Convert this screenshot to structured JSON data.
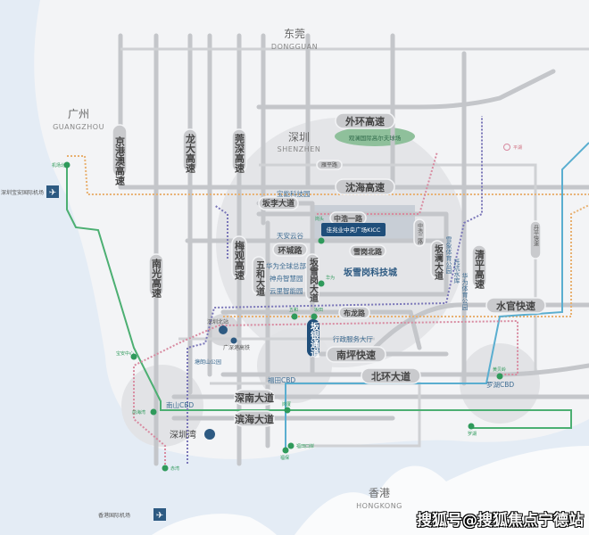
{
  "cities": {
    "dongguan": {
      "cn": "东莞",
      "en": "DONGGUAN"
    },
    "guangzhou": {
      "cn": "广州",
      "en": "GUANGZHOU"
    },
    "shenzhen": {
      "cn": "深圳",
      "en": "SHENZHEN"
    },
    "hongkong": {
      "cn": "香港",
      "en": "HONGKONG"
    }
  },
  "highways": {
    "jinggangao": "京港澳高速",
    "longda": "龙大高速",
    "guanshen": "莞深高速",
    "meiguan": "梅观高速",
    "nanguang": "南光高速",
    "waihuan": "外环高速",
    "shenhai": "沈海高速",
    "qingping": "清平高速",
    "shuiguan": "水官快速",
    "nanping": "南坪快速",
    "beihuan": "北环大道",
    "shennan": "深南大道",
    "binhai": "滨海大道",
    "banlan": "坂澜大道",
    "banxuegang": "坂雪岗大道",
    "banyin": "坂银通道",
    "wuhe": "五和大道",
    "huancheng": "环城路",
    "xuegangbei": "雪岗北路",
    "bulong": "布龙路",
    "zhonghao1": "中浩一路",
    "zhonghao2": "中浩二路",
    "banli": "坂李大道",
    "yanping": "雁平路",
    "danping": "丹平快速"
  },
  "pois": {
    "kicc": "佳兆业中央广场KICC",
    "techcity": "坂雪岗科技城",
    "baoneng": "宝能科技园",
    "tianan": "天安云谷",
    "huawei_hq": "华为全球总部",
    "shenzhou": "神舟智慧园",
    "yunli": "云里智能园",
    "xuexiang": "雪象体育公园",
    "tuokeng": "托坑水库",
    "huawei_park": "华为体育公园",
    "admin": "行政服务大厅",
    "golf": "观澜国际高尔夫球场",
    "nanshan_cbd": "南山CBD",
    "futian_cbd": "福田CBD",
    "luohu_cbd": "罗湖CBD",
    "shenzhenwan": "深圳湾",
    "sz_airport": "深圳宝安国际机场",
    "hk_airport": "香港国际机场",
    "sz_north": "深圳北站",
    "gsg": "广深港高铁",
    "tanglang": "塘朗山公园"
  },
  "stations": {
    "qianhaiwan": "前海湾",
    "baoan": "宝安中心",
    "chiwan": "赤湾",
    "futian_port": "福田口岸",
    "fubao": "福保",
    "gangxia": "岗厦",
    "luohu": "罗湖",
    "huangbeiling": "黄贝岭",
    "wuhe": "五和",
    "bantian": "坂田",
    "huawei": "华为",
    "jichang": "机场北",
    "gangtou": "岗头",
    "pinghu": "平湖"
  },
  "colors": {
    "metro_green": "#4caf72",
    "metro_blue": "#5aaed0",
    "metro_orange": "#e8b070",
    "metro_purple": "#7a76b8",
    "metro_pink": "#d88aa0",
    "badge": "#1f4e7a"
  },
  "watermark": "搜狐号@搜狐焦点宁德站"
}
